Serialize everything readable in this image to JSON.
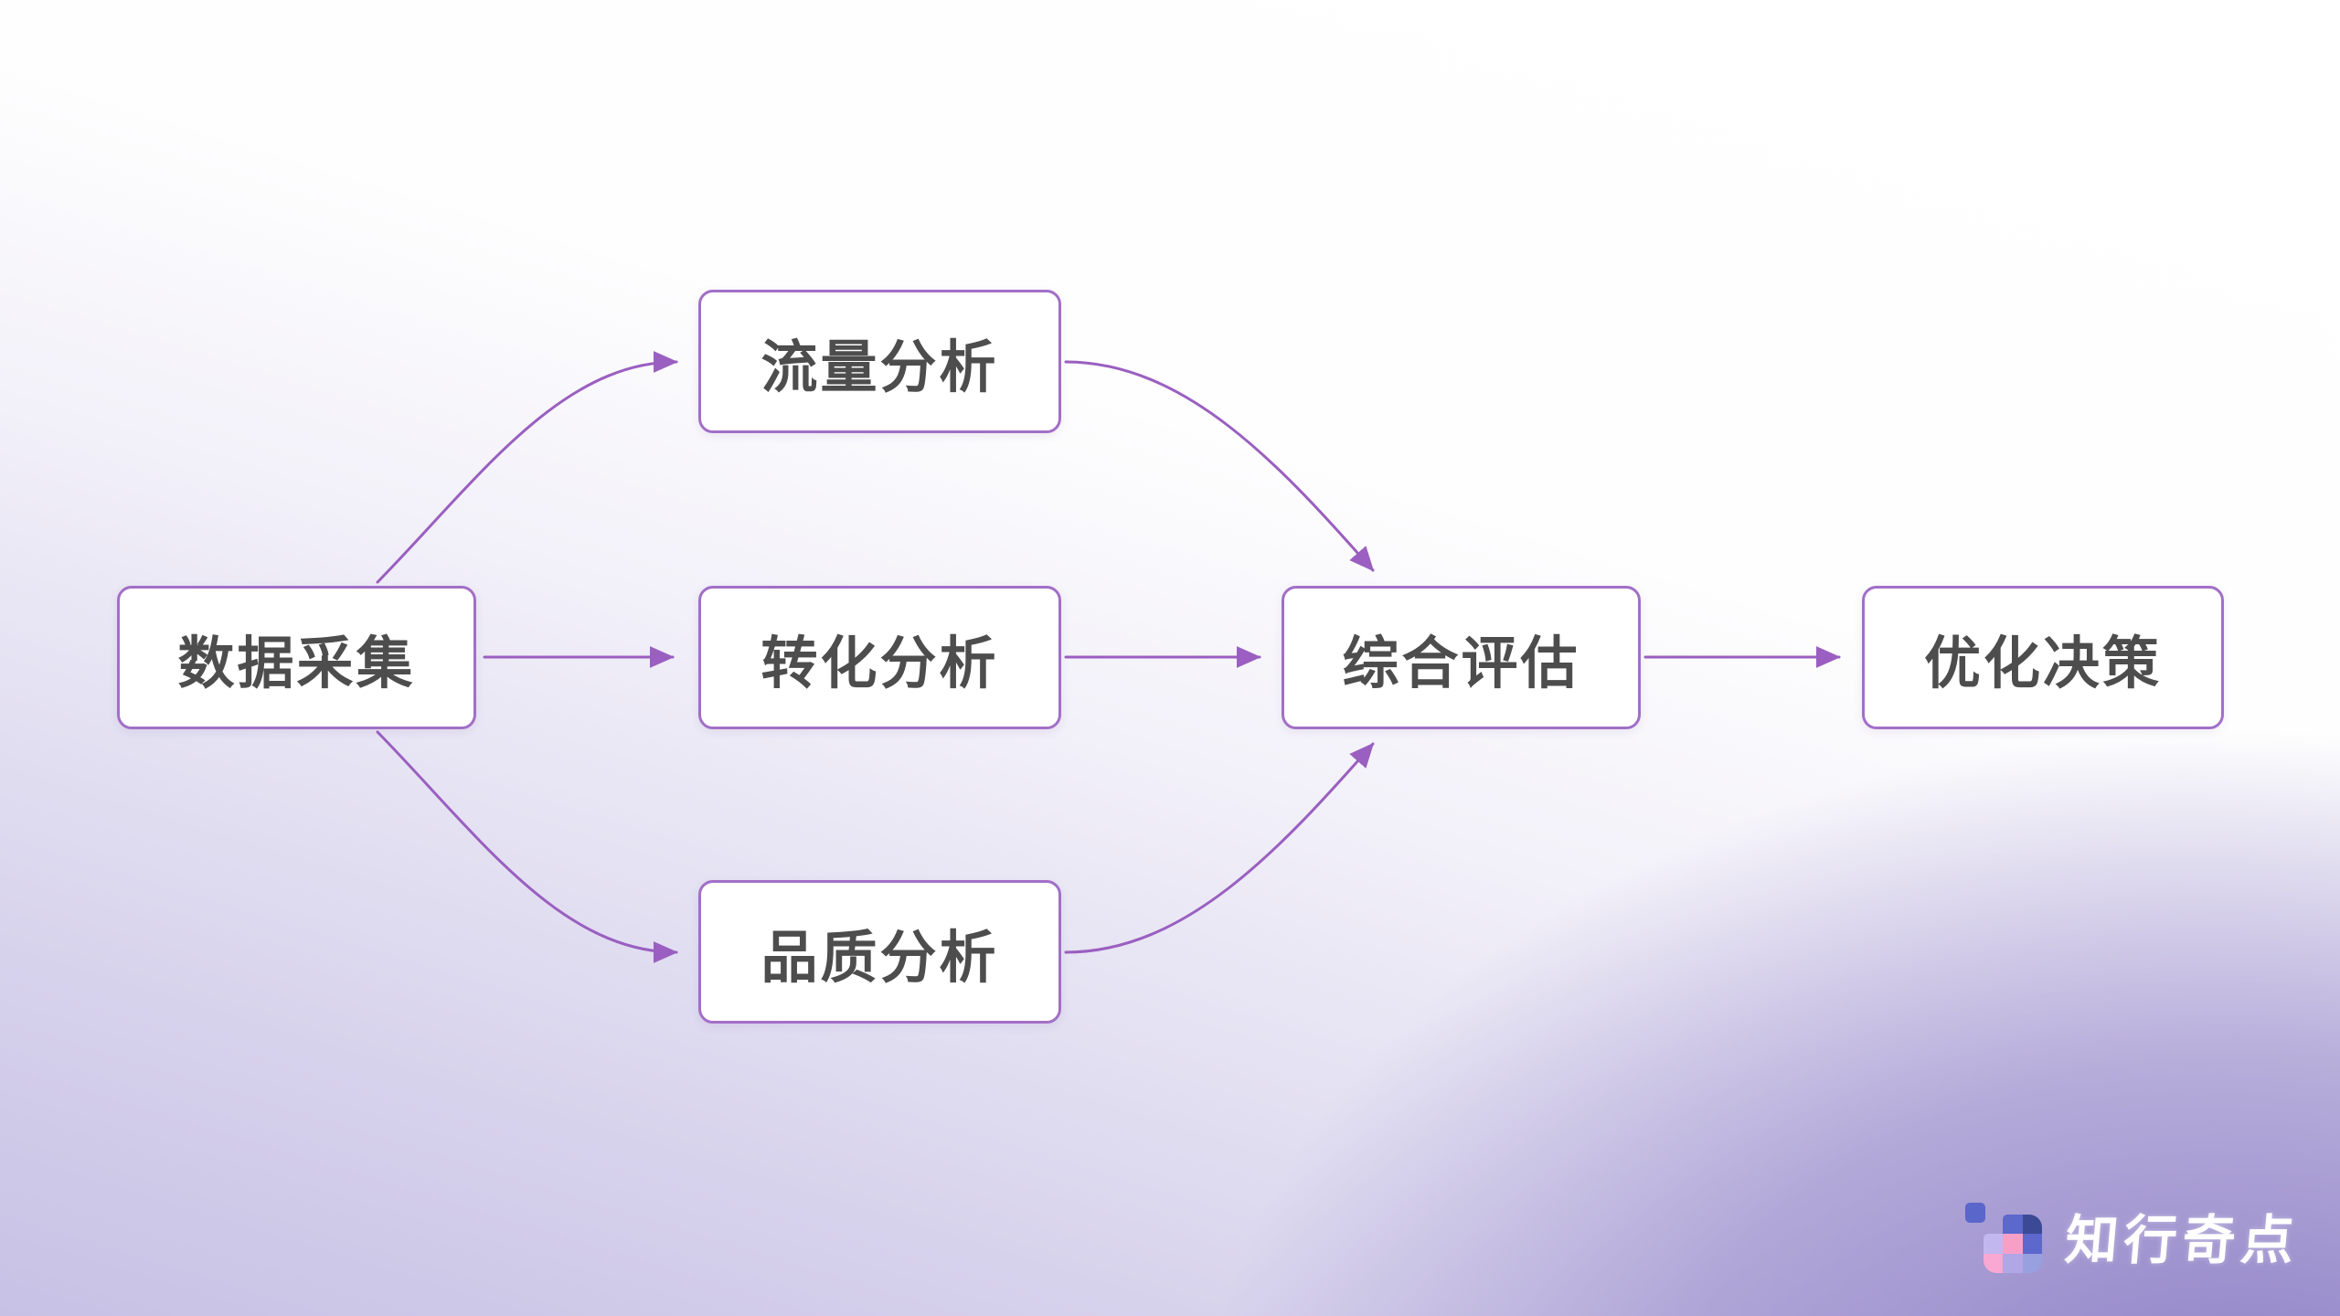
{
  "diagram": {
    "type": "flowchart",
    "nodes": [
      {
        "id": "data-collection",
        "label": "数据采集"
      },
      {
        "id": "traffic-analysis",
        "label": "流量分析"
      },
      {
        "id": "conversion-analysis",
        "label": "转化分析"
      },
      {
        "id": "quality-analysis",
        "label": "品质分析"
      },
      {
        "id": "overall-evaluation",
        "label": "综合评估"
      },
      {
        "id": "optimization-decision",
        "label": "优化决策"
      }
    ],
    "edges": [
      {
        "from": "数据采集",
        "to": "流量分析"
      },
      {
        "from": "数据采集",
        "to": "转化分析"
      },
      {
        "from": "数据采集",
        "to": "品质分析"
      },
      {
        "from": "流量分析",
        "to": "综合评估"
      },
      {
        "from": "转化分析",
        "to": "综合评估"
      },
      {
        "from": "品质分析",
        "to": "综合评估"
      },
      {
        "from": "综合评估",
        "to": "优化决策"
      }
    ]
  },
  "colors": {
    "node_border": "#a26fc7",
    "node_background": "#ffffff",
    "node_text": "#4d4d4d",
    "connector": "#9a5fc0",
    "background_top": "#ffffff",
    "background_bottom_left": "#d5d0eb",
    "background_bottom_right": "#a096ce"
  },
  "brand": {
    "name": "知行奇点"
  }
}
